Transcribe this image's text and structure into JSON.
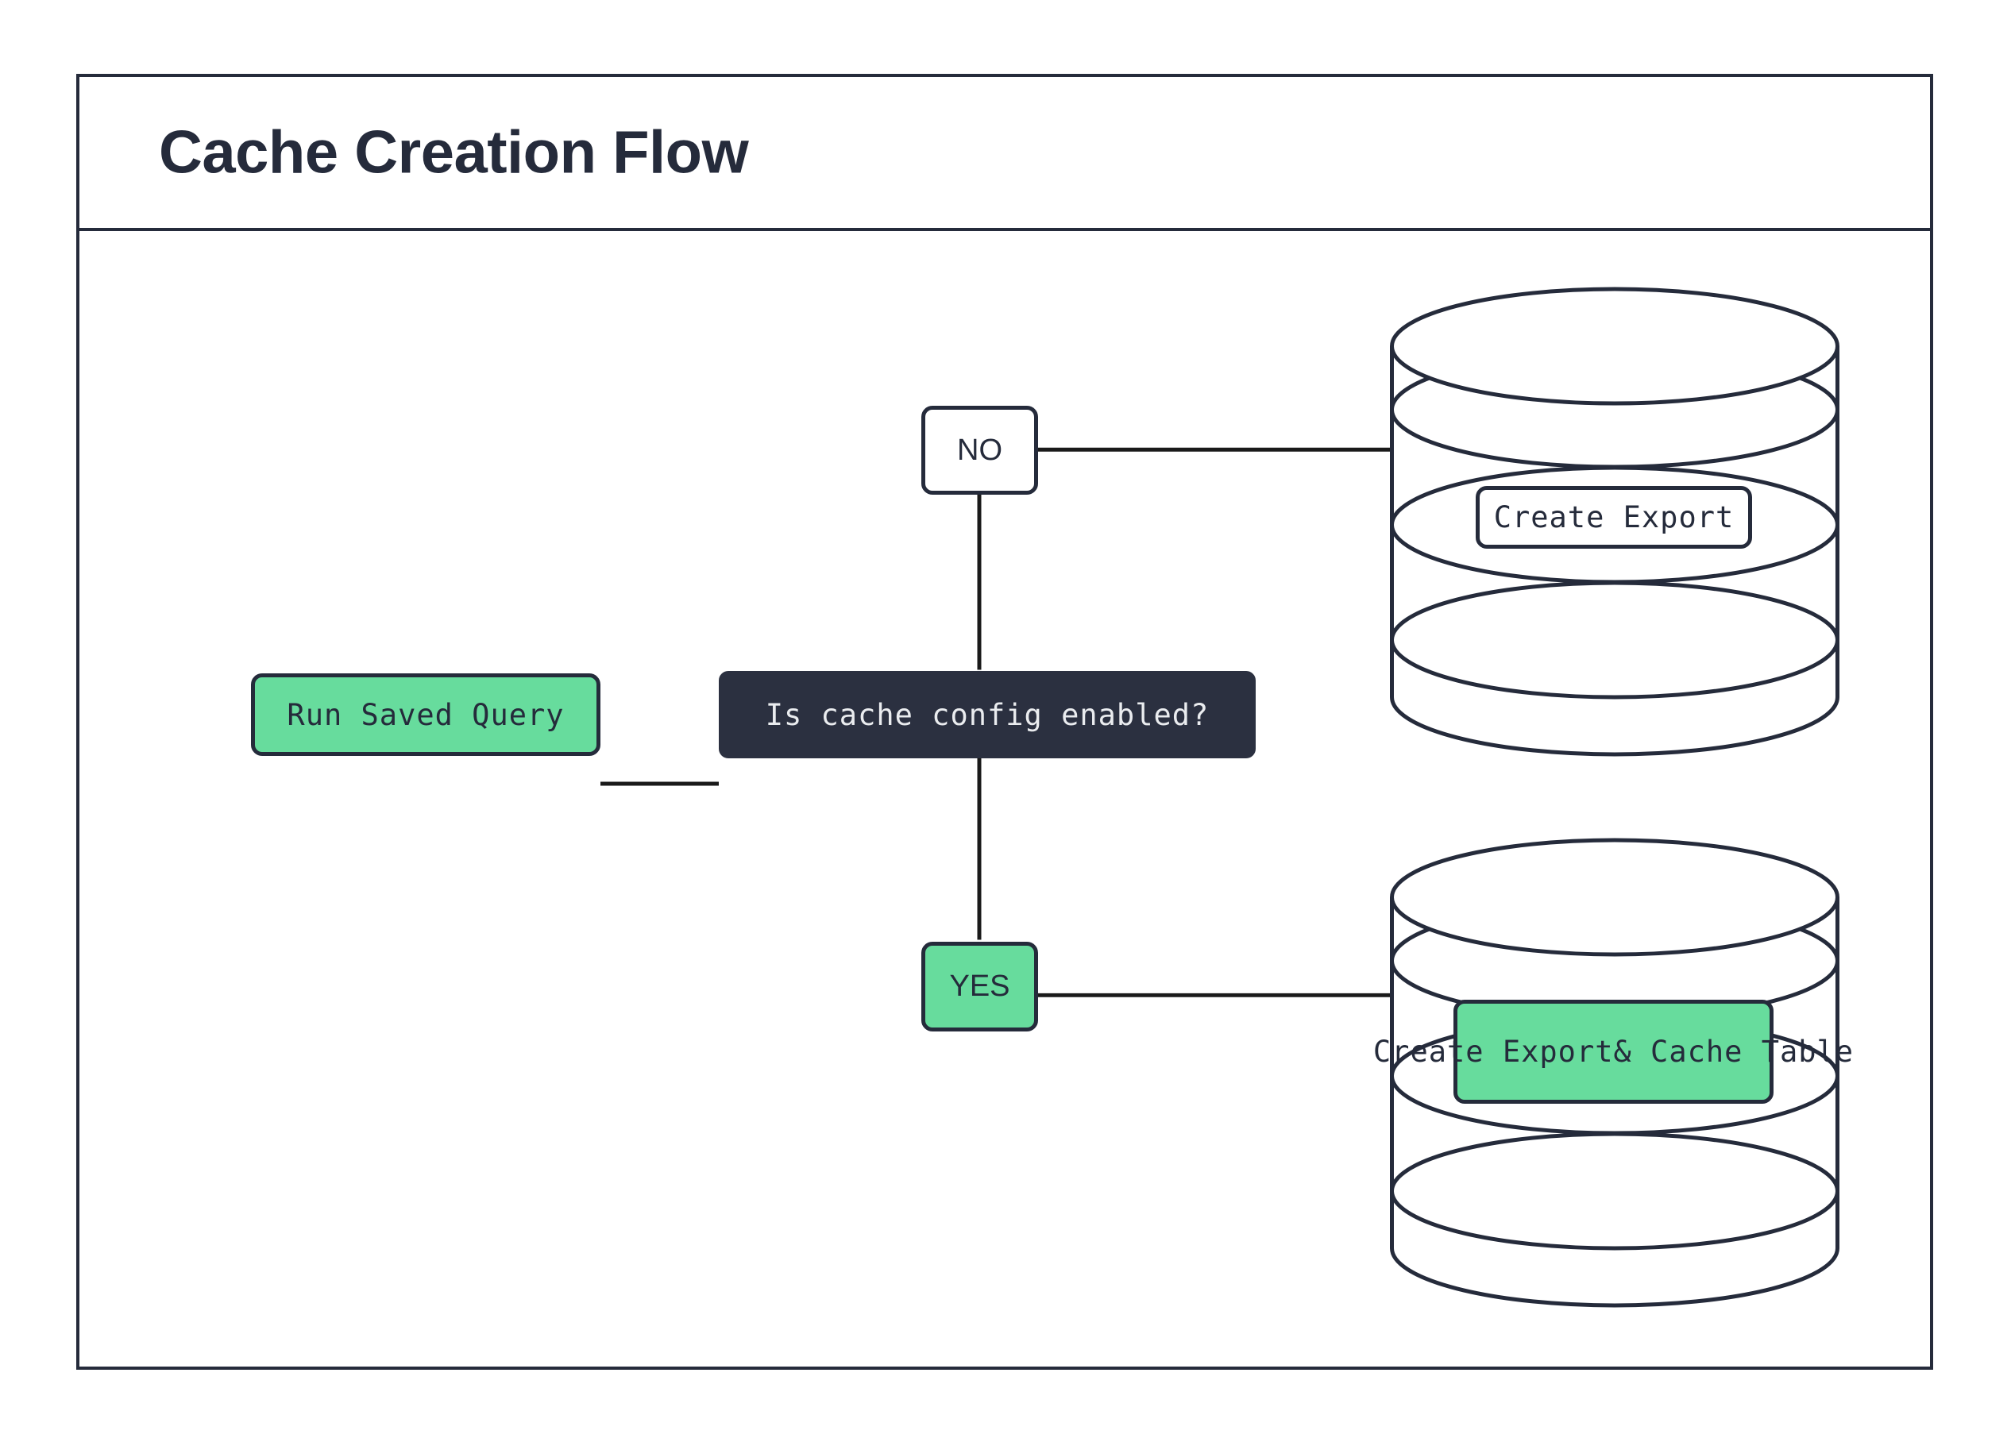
{
  "frame": {
    "title": "Cache Creation Flow"
  },
  "colors": {
    "ink": "#252B3B",
    "dark_node_fill": "#2B3040",
    "dark_node_text": "#EAECEF",
    "green_fill": "#67DC9D",
    "white_fill": "#FFFFFF",
    "page_background": "#FFFFFF"
  },
  "nodes": {
    "run_saved_query": {
      "label": "Run Saved Query",
      "shape": "rounded-rectangle",
      "fill": "#67DC9D"
    },
    "decision": {
      "label": "Is cache config enabled?",
      "shape": "rounded-rectangle",
      "fill": "#2B3040"
    },
    "branch_no": {
      "label": "NO",
      "shape": "rounded-rectangle",
      "fill": "#FFFFFF"
    },
    "branch_yes": {
      "label": "YES",
      "shape": "rounded-rectangle",
      "fill": "#67DC9D"
    },
    "database_top": {
      "shape": "database-cylinder",
      "label": "Create Export",
      "label_fill": "#FFFFFF"
    },
    "database_bottom": {
      "shape": "database-cylinder",
      "label_line_1": "Create Export",
      "label_line_2": "& Cache Table",
      "label_fill": "#67DC9D"
    }
  },
  "edges": [
    {
      "from": "run_saved_query",
      "to": "decision",
      "orientation": "horizontal"
    },
    {
      "from": "decision",
      "to": "branch_no",
      "orientation": "vertical"
    },
    {
      "from": "branch_no",
      "to": "database_top",
      "orientation": "horizontal"
    },
    {
      "from": "decision",
      "to": "branch_yes",
      "orientation": "vertical"
    },
    {
      "from": "branch_yes",
      "to": "database_bottom",
      "orientation": "horizontal"
    }
  ]
}
